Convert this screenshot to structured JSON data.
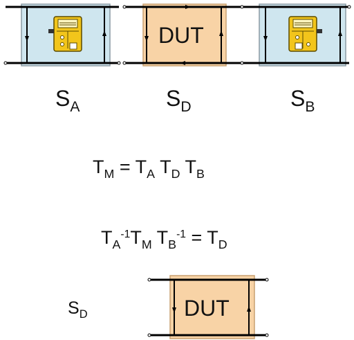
{
  "blocks": {
    "a": {
      "label": "S",
      "sub": "A"
    },
    "d": {
      "label": "S",
      "sub": "D",
      "text": "DUT"
    },
    "b": {
      "label": "S",
      "sub": "B"
    }
  },
  "eq1": {
    "lhs": "T",
    "lhs_sub": "M",
    "op": "=",
    "t1": "T",
    "t1_sub": "A",
    "t2": "T",
    "t2_sub": "D",
    "t3": "T",
    "t3_sub": "B"
  },
  "eq2": {
    "t1": "T",
    "t1_sub": "A",
    "t1_sup": "-1",
    "t2": "T",
    "t2_sub": "M",
    "t3": "T",
    "t3_sub": "B",
    "t3_sup": "-1",
    "op": "=",
    "rhs": "T",
    "rhs_sub": "D"
  },
  "bottom": {
    "label": "S",
    "sub": "D",
    "text": "DUT"
  },
  "colors": {
    "adapter_fill": "#cfe6ef",
    "dut_fill": "#f8d3a6",
    "icon_fill": "#f2c51b",
    "line": "#000000"
  },
  "icons": {
    "adapter": "adapter-device-icon"
  }
}
